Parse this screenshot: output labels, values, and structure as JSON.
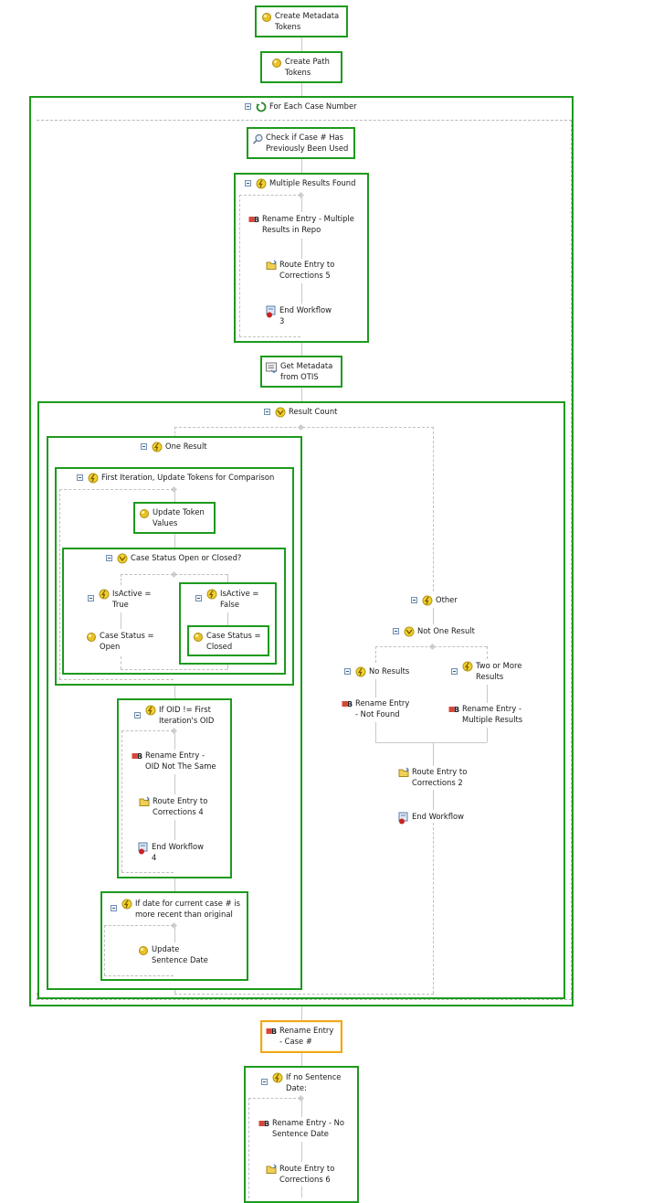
{
  "steps": {
    "create_metadata_tokens": "Create Metadata\nTokens",
    "create_path_tokens": "Create Path\nTokens",
    "for_each_case": "For Each Case Number",
    "check_case": "Check if Case # Has\nPreviously Been Used",
    "multiple_results_found": "Multiple Results Found",
    "rename_multiple_repo": "Rename Entry - Multiple\nResults in Repo",
    "route_corrections_5": "Route Entry to\nCorrections 5",
    "end_workflow_3": "End Workflow\n3",
    "get_metadata": "Get Metadata\nfrom OTIS",
    "result_count": "Result Count",
    "one_result": "One Result",
    "first_iteration": "First Iteration, Update Tokens for Comparison",
    "update_token_values": "Update Token\nValues",
    "case_status_open_closed": "Case Status Open or Closed?",
    "isactive_true": "IsActive =\nTrue",
    "case_status_open": "Case Status =\nOpen",
    "isactive_false": "IsActive =\nFalse",
    "case_status_closed": "Case Status =\nClosed",
    "if_oid": "If OID != First\nIteration's OID",
    "rename_oid": "Rename Entry -\nOID Not The Same",
    "route_corrections_4": "Route Entry to\nCorrections 4",
    "end_workflow_4": "End Workflow\n4",
    "if_date": "If date for current case # is\nmore recent than original",
    "update_sentence_date": "Update\nSentence Date",
    "other": "Other",
    "not_one_result": "Not One Result",
    "no_results": "No Results",
    "two_or_more": "Two or More\nResults",
    "rename_not_found": "Rename Entry\n- Not Found",
    "rename_multiple_results": "Rename Entry -\nMultiple Results",
    "route_corrections_2": "Route Entry to\nCorrections 2",
    "end_workflow": "End Workflow",
    "rename_case": "Rename Entry\n- Case #",
    "if_no_sentence_date": "If no Sentence\nDate:",
    "rename_no_sentence": "Rename Entry - No\nSentence Date",
    "route_corrections_6": "Route Entry to\nCorrections 6"
  },
  "colors": {
    "container_border": "#1d9a1d",
    "selected_border": "#f0a81c",
    "connector": "#c8c8c8"
  },
  "icons": [
    "token-icon",
    "loop-icon",
    "search-icon",
    "condition-icon",
    "rename-icon",
    "route-icon",
    "end-workflow-icon",
    "metadata-icon",
    "collapse-icon"
  ]
}
